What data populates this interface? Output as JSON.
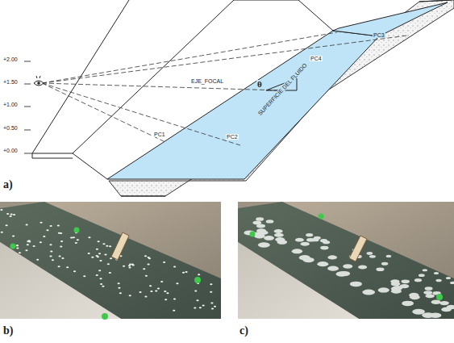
{
  "diagram": {
    "labels": [
      "+2.00",
      "+1.50",
      "+1.00",
      "+0.50",
      "+0.00",
      "PC4",
      "PC3",
      "EJE_FOCAL",
      "θ",
      "SUPERFICIE DEL FLUIDO",
      "PC1",
      "PC2",
      "a)",
      "b)",
      "c)"
    ]
  }
}
